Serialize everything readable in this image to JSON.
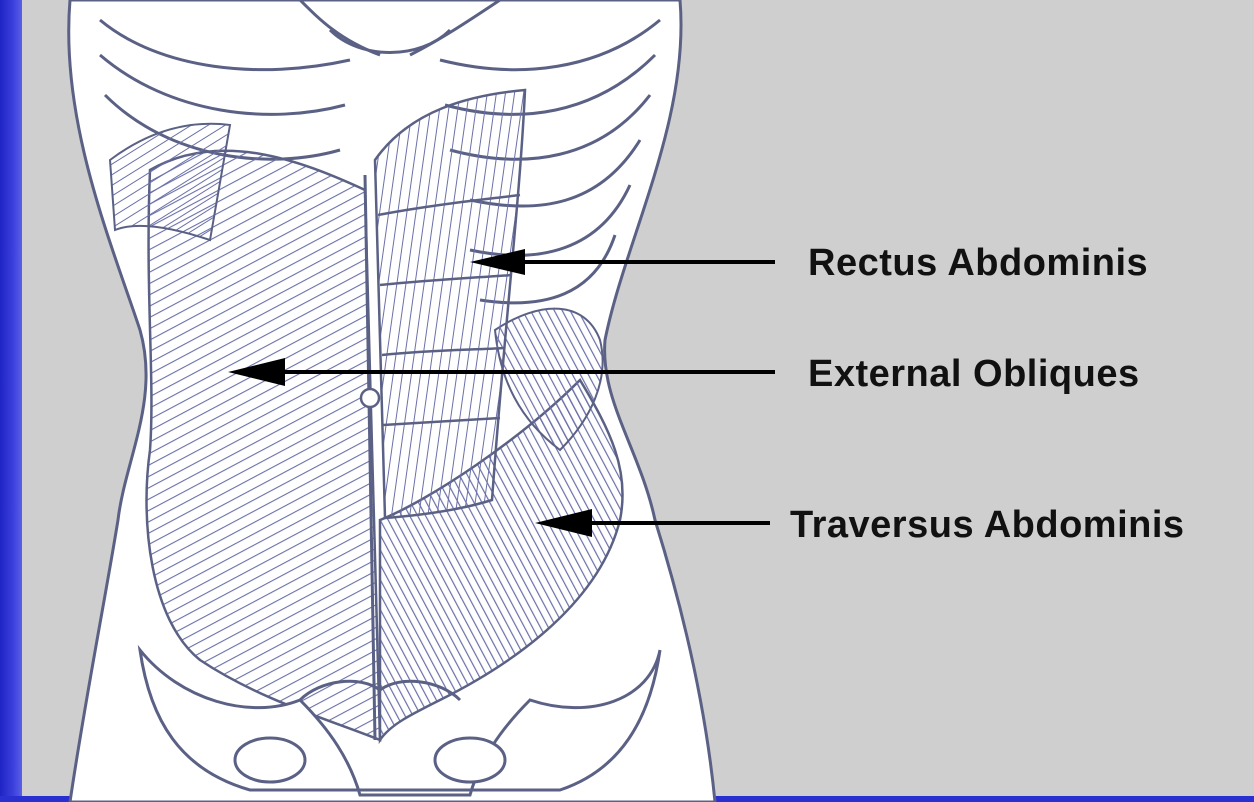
{
  "labels": {
    "rectus": "Rectus Abdominis",
    "external": "External Obliques",
    "traversus": "Traversus Abdominis"
  },
  "colors": {
    "slide_frame": "#2a2fd0",
    "background": "#cfcfcf",
    "body_fill": "#ffffff",
    "outline": "#5b6185",
    "muscle_line": "#6a70a8",
    "arrow": "#000000"
  }
}
